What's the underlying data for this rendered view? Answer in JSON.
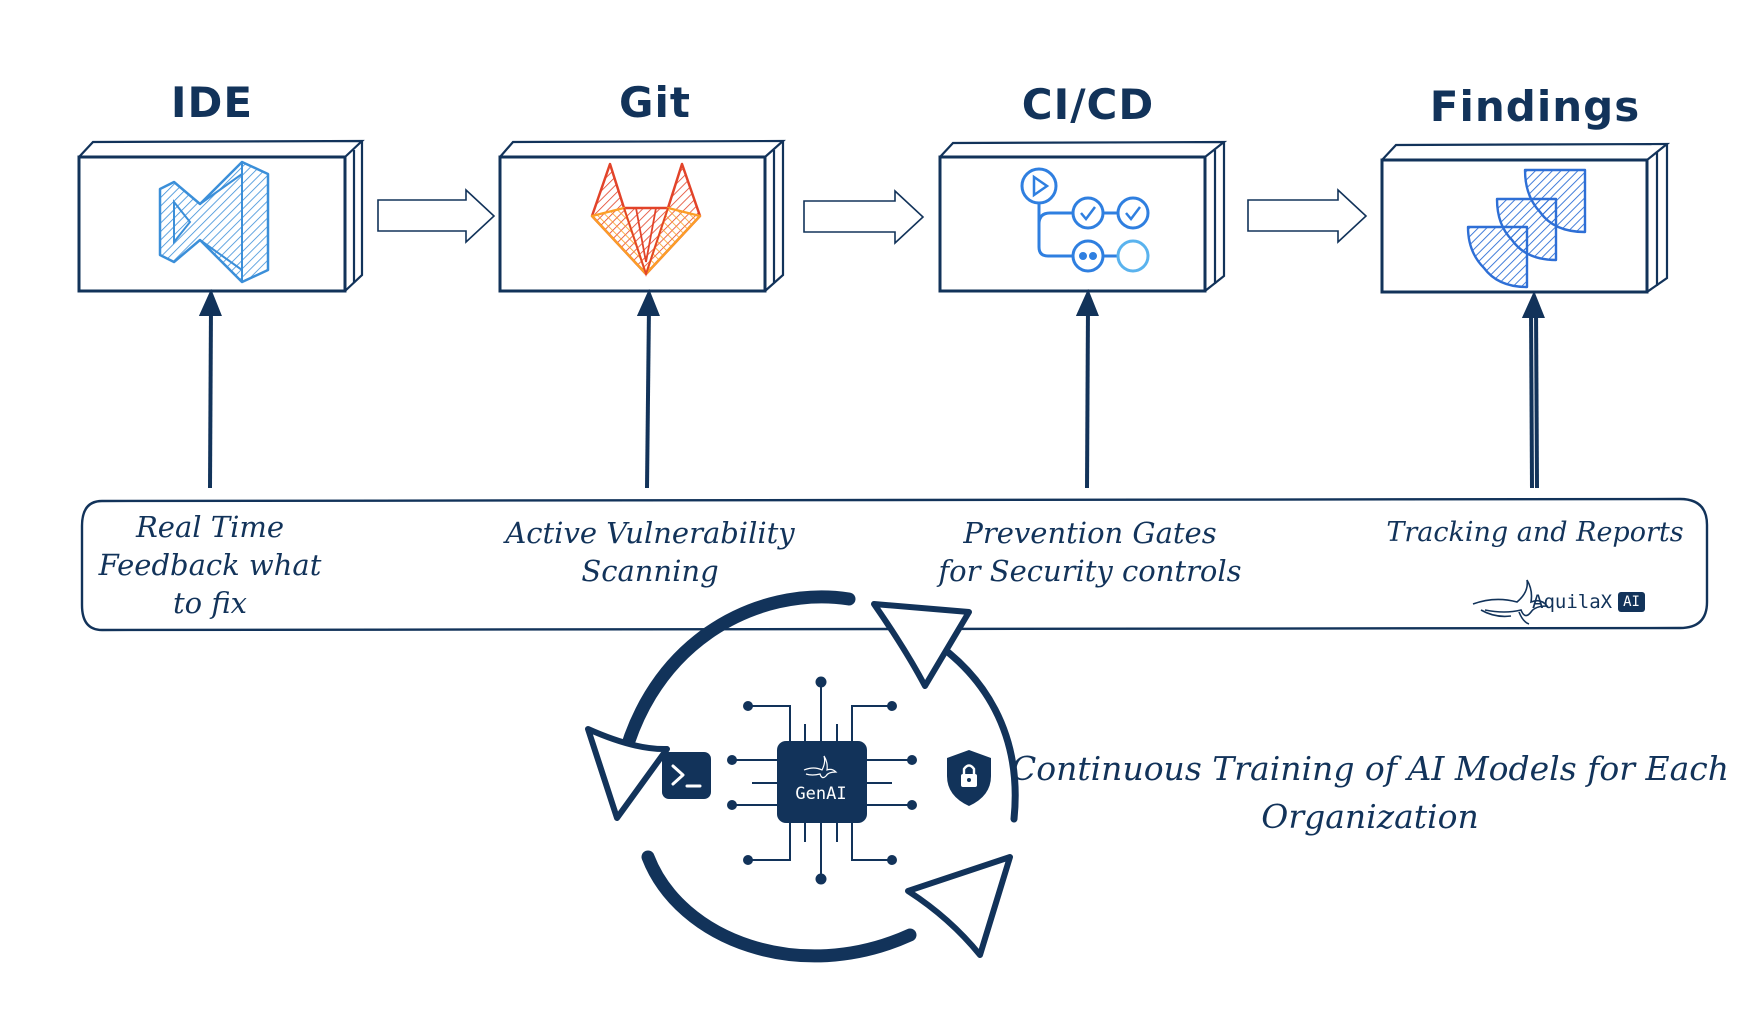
{
  "pipeline": {
    "stages": [
      {
        "title": "IDE",
        "description": "Real Time\nFeedback what\nto fix",
        "icon": "vscode-icon"
      },
      {
        "title": "Git",
        "description": "Active Vulnerability\nScanning",
        "icon": "gitlab-icon"
      },
      {
        "title": "CI/CD",
        "description": "Prevention Gates\nfor Security controls",
        "icon": "pipeline-icon"
      },
      {
        "title": "Findings",
        "description": "Tracking and Reports",
        "icon": "jira-icon"
      }
    ]
  },
  "brand": {
    "name": "AquilaX",
    "badge": "AI",
    "icon": "eagle-icon"
  },
  "training": {
    "chip_label": "GenAI",
    "caption": "Continuous Training of AI Models for Each Organization",
    "left_icon": "terminal-icon",
    "right_icon": "shield-lock-icon"
  },
  "colors": {
    "ink": "#12335a",
    "vscode_blue": "#3b8fd9",
    "gitlab_red": "#e24329",
    "gitlab_orange": "#fc9f26",
    "pipeline_blue": "#2f7fe0",
    "jira_blue": "#2e6fd6"
  }
}
